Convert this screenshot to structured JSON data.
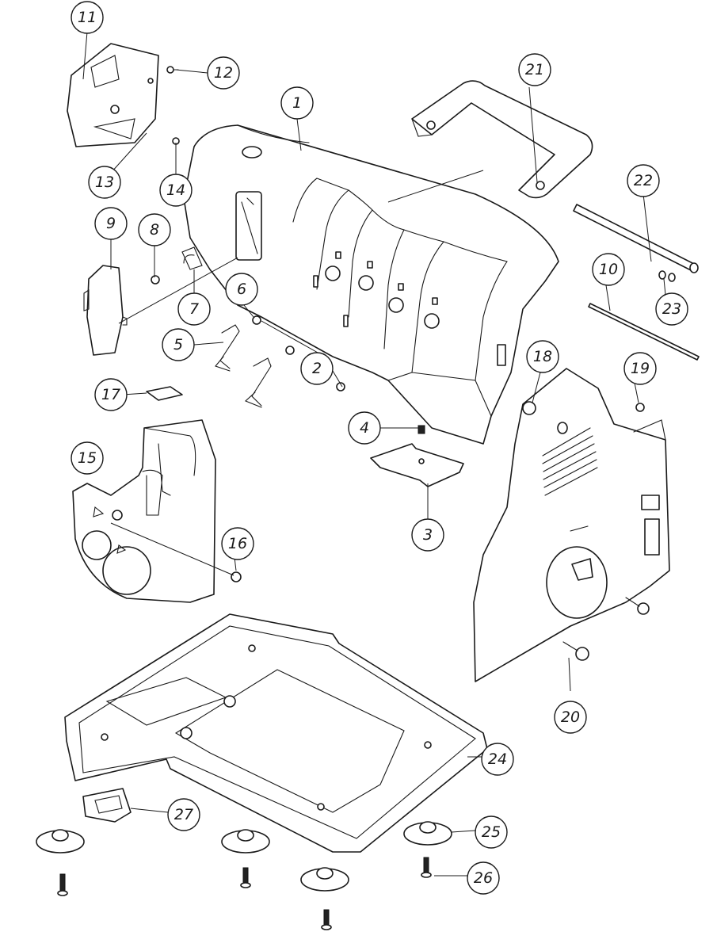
{
  "callouts": [
    "1",
    "2",
    "3",
    "4",
    "5",
    "6",
    "7",
    "8",
    "9",
    "10",
    "11",
    "12",
    "13",
    "14",
    "15",
    "16",
    "17",
    "18",
    "19",
    "20",
    "21",
    "22",
    "23",
    "24",
    "25",
    "26",
    "27"
  ],
  "icons": {
    "screw": "screw-icon",
    "foot": "rubber-foot-icon"
  },
  "colors": {
    "line": "#1a1a1a",
    "background": "#ffffff"
  }
}
